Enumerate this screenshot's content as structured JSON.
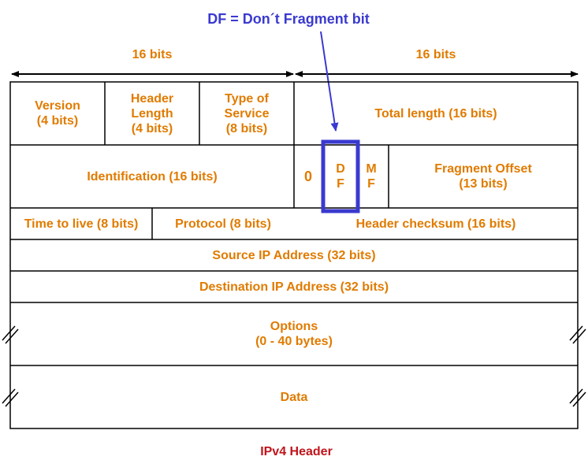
{
  "annotation": {
    "text": "DF = Don´t Fragment bit",
    "color": "#3a3ad0"
  },
  "widths": {
    "left": "16 bits",
    "right": "16 bits"
  },
  "fields": {
    "version": "Version\n(4 bits)",
    "header_length": "Header\nLength\n(4 bits)",
    "type_of_service": "Type of\nService\n(8 bits)",
    "total_length": "Total length (16 bits)",
    "identification": "Identification (16 bits)",
    "flag_zero": "0",
    "flag_df": "D\nF",
    "flag_mf": "M\nF",
    "fragment_offset": "Fragment Offset\n(13 bits)",
    "ttl": "Time to live (8 bits)",
    "protocol": "Protocol (8 bits)",
    "header_checksum": "Header checksum (16 bits)",
    "source_ip": "Source IP Address (32 bits)",
    "destination_ip": "Destination IP Address (32 bits)",
    "options": "Options\n(0 - 40 bytes)",
    "data": "Data"
  },
  "caption": {
    "text": "IPv4 Header",
    "color": "#c0141c"
  },
  "colors": {
    "field_text": "#e07b00",
    "border": "#000000",
    "highlight": "#3a3ad0"
  }
}
